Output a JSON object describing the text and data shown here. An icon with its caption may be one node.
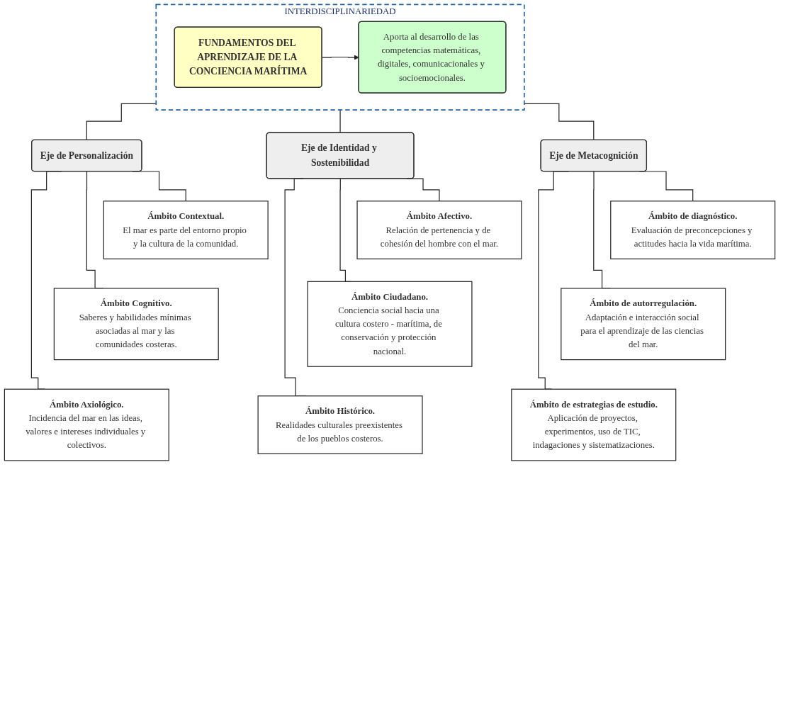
{
  "diagram": {
    "nodes": [
      {
        "text": [
          "INTERDISCIPLINARIEDAD"
        ]
      },
      {
        "text": [
          "FUNDAMENTOS DEL APRENDIZAJE DE LA CONCIENCIA MARÍTIMA"
        ],
        "in": 0
      },
      {
        "text": [
          "Aporta al desarrollo de las competencias matemáticas, digitales, comunicacionales y socioemocionales."
        ],
        "in": 0
      },
      {
        "text": [
          "Eje de Personalización"
        ]
      },
      {
        "text": [
          "Eje de Identidad y Sostenibilidad"
        ]
      },
      {
        "text": [
          "Eje de Metacognición"
        ]
      },
      {
        "text": [
          "Ámbito Contextual.",
          "El mar es parte del entorno propio y la cultura de la comunidad."
        ]
      },
      {
        "text": [
          "Ámbito Cognitivo.",
          "Saberes y habilidades mínimas asociadas al mar y las comunidades costeras."
        ]
      },
      {
        "text": [
          "Ámbito Axiológico.",
          "Incidencia del mar en las ideas, valores e intereses individuales y colectivos."
        ]
      },
      {
        "text": [
          "Ámbito Afectivo.",
          "Relación de pertenencia y de cohesión del hombre con el mar."
        ]
      },
      {
        "text": [
          "Ámbito Ciudadano.",
          "Conciencia social hacia una cultura costero - marítima, de conservación y protección nacional."
        ]
      },
      {
        "text": [
          "Ámbito Histórico.",
          "Realidades culturales preexistentes de los pueblos costeros."
        ]
      },
      {
        "text": [
          "Ámbito de diagnóstico.",
          "Evaluación de preconcepciones y actitudes hacia la vida marítima."
        ]
      },
      {
        "text": [
          "Ámbito de autorregulación.",
          "Adaptación e interacción social para el aprendizaje de las ciencias del mar."
        ]
      },
      {
        "text": [
          "Ámbito de estrategias de estudio.",
          "Aplicación de proyectos, experimentos, uso de TIC, indagaciones y sistematizaciones."
        ]
      }
    ],
    "edges": [
      {
        "from": 1,
        "to": 2,
        "arrow": "to"
      },
      {
        "from": 0,
        "to": 3,
        "arrow": "none"
      },
      {
        "from": 0,
        "to": 4,
        "arrow": "none"
      },
      {
        "from": 0,
        "to": 5,
        "arrow": "none"
      },
      {
        "from": 3,
        "to": 6,
        "arrow": "none"
      },
      {
        "from": 3,
        "to": 7,
        "arrow": "none"
      },
      {
        "from": 3,
        "to": 8,
        "arrow": "none"
      },
      {
        "from": 4,
        "to": 9,
        "arrow": "none"
      },
      {
        "from": 4,
        "to": 10,
        "arrow": "none"
      },
      {
        "from": 4,
        "to": 11,
        "arrow": "none"
      },
      {
        "from": 5,
        "to": 12,
        "arrow": "none"
      },
      {
        "from": 5,
        "to": 13,
        "arrow": "none"
      },
      {
        "from": 5,
        "to": 14,
        "arrow": "none"
      }
    ]
  }
}
